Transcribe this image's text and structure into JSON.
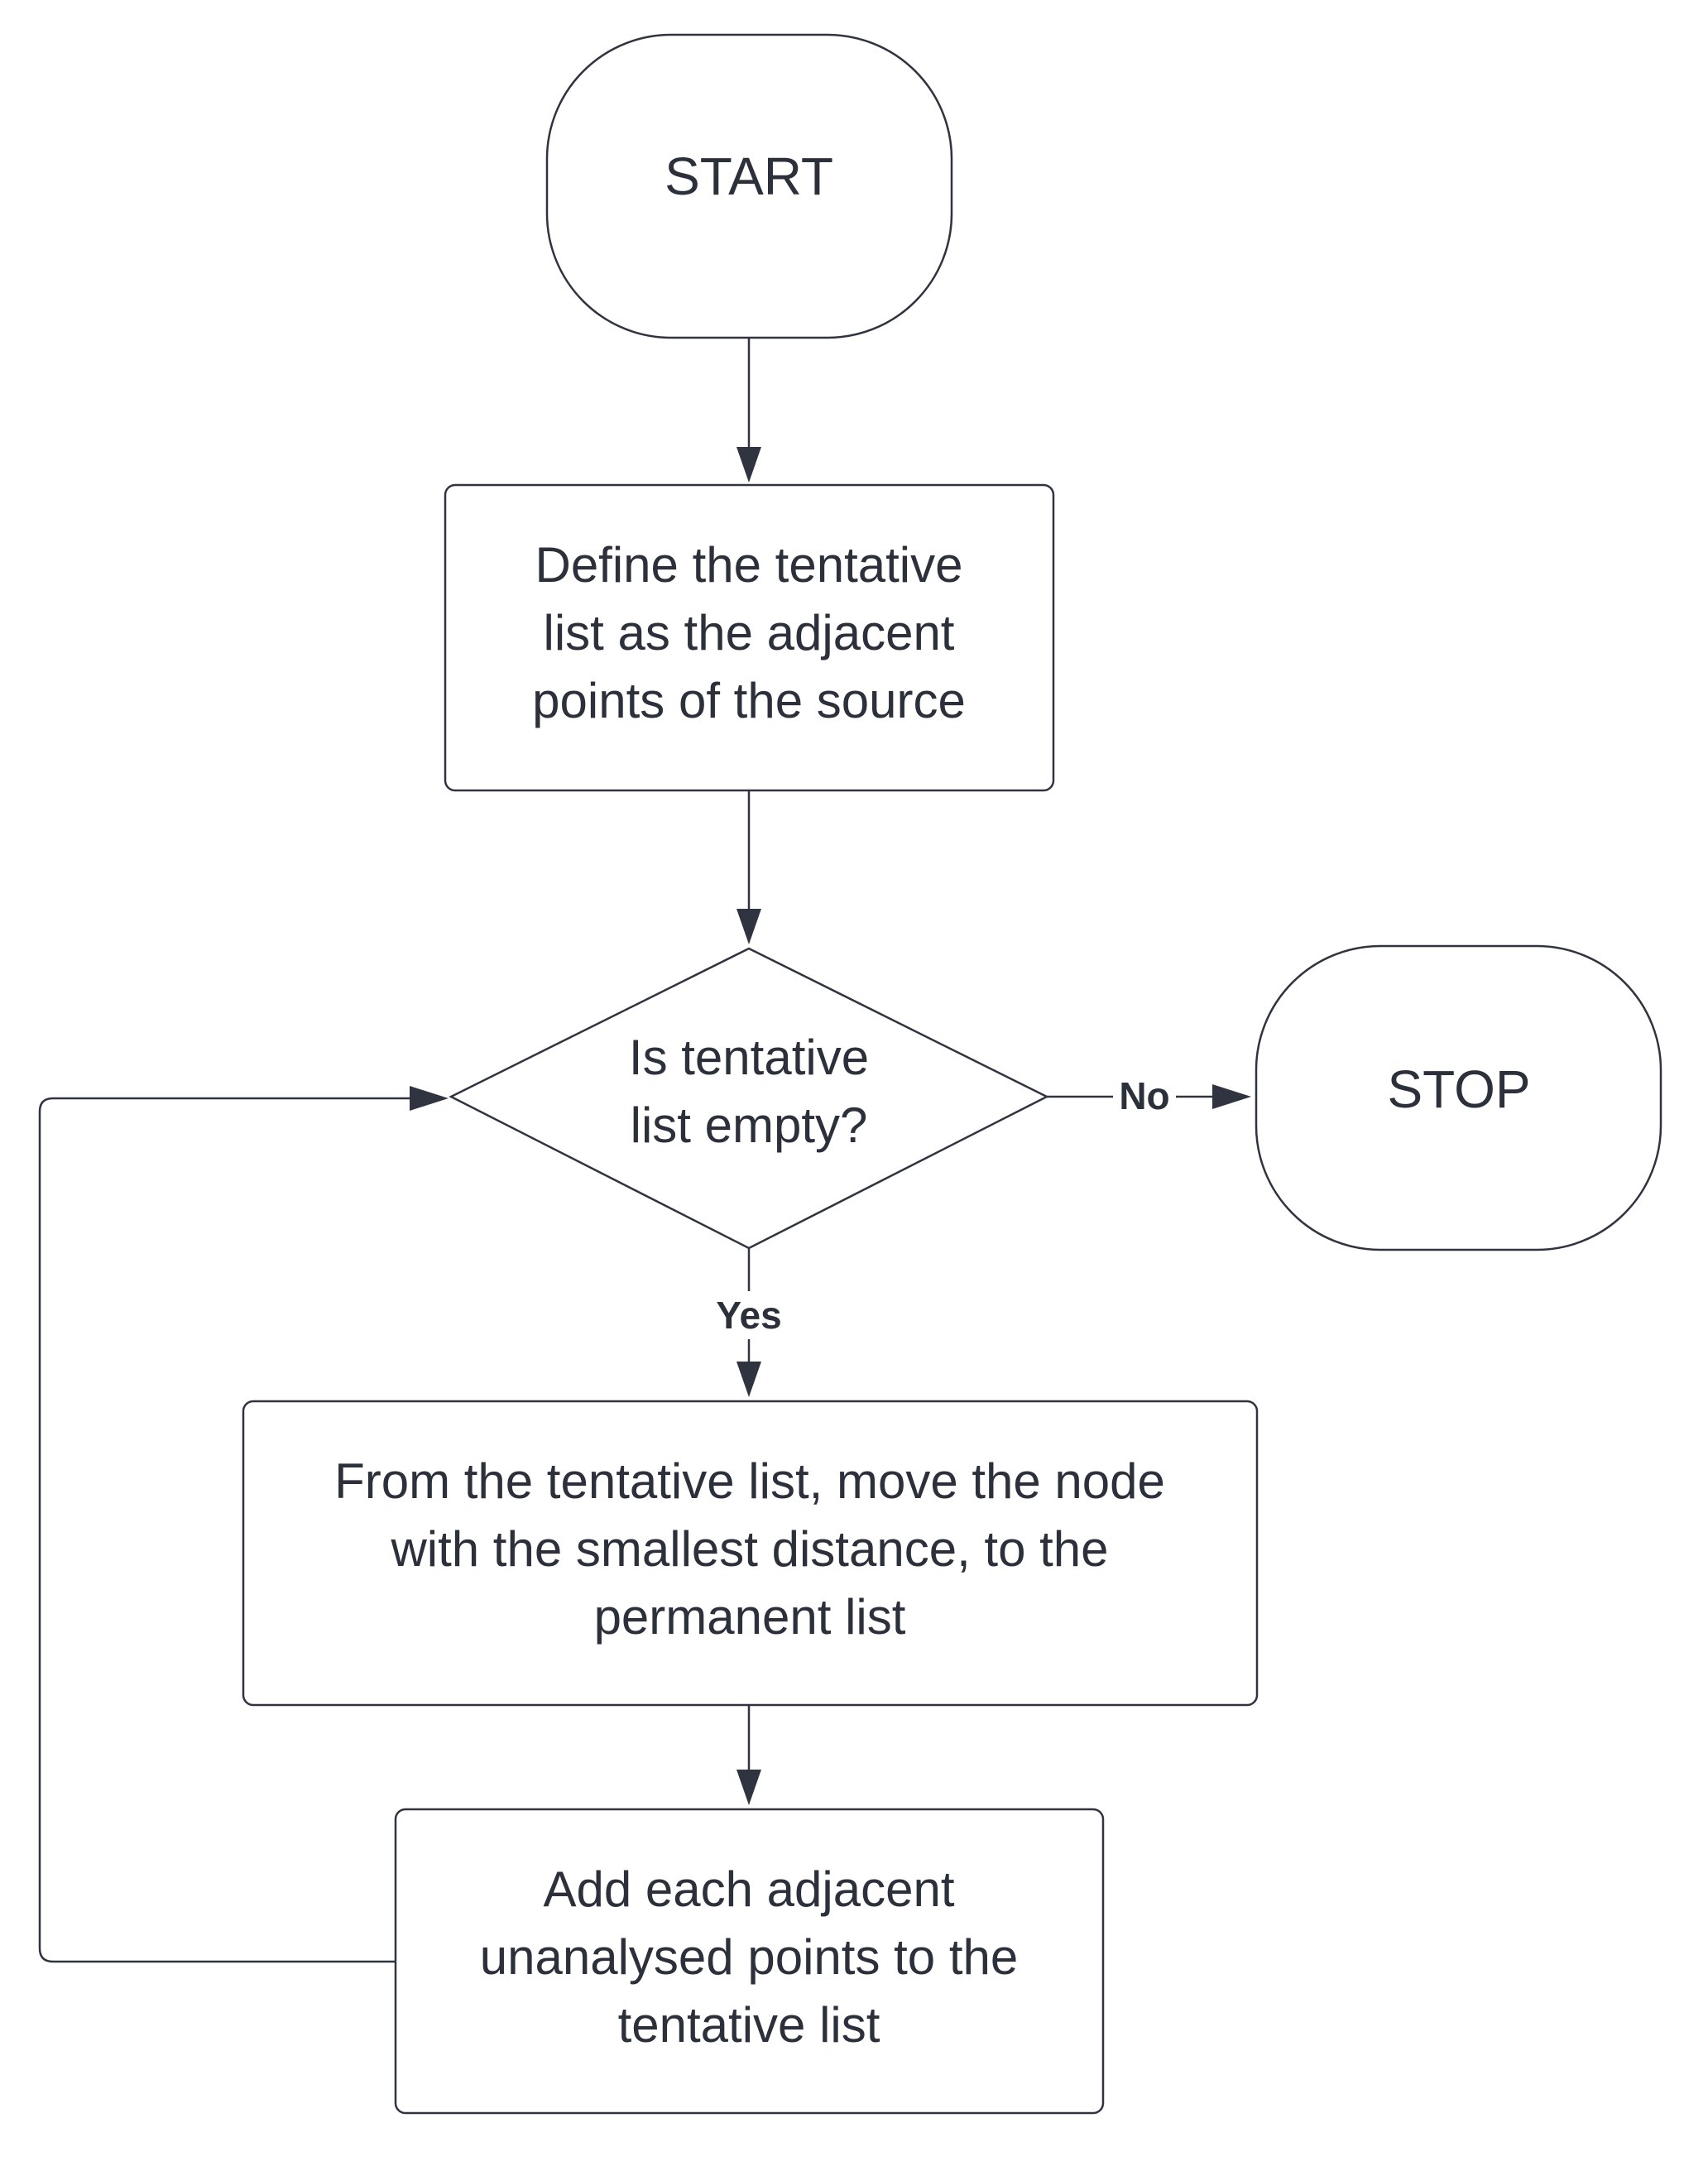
{
  "nodes": {
    "start": {
      "label": [
        "START"
      ]
    },
    "define": {
      "label": [
        "Define the tentative",
        "list as the adjacent",
        "points of the source"
      ]
    },
    "decision": {
      "label": [
        "Is tentative",
        "list empty?"
      ]
    },
    "stop": {
      "label": [
        "STOP"
      ]
    },
    "move": {
      "label": [
        "From the tentative list, move the node",
        "with the smallest distance, to the",
        "permanent list"
      ]
    },
    "add": {
      "label": [
        "Add each adjacent",
        "unanalysed points to the",
        "tentative list"
      ]
    }
  },
  "edges": {
    "no": "No",
    "yes": "Yes"
  }
}
